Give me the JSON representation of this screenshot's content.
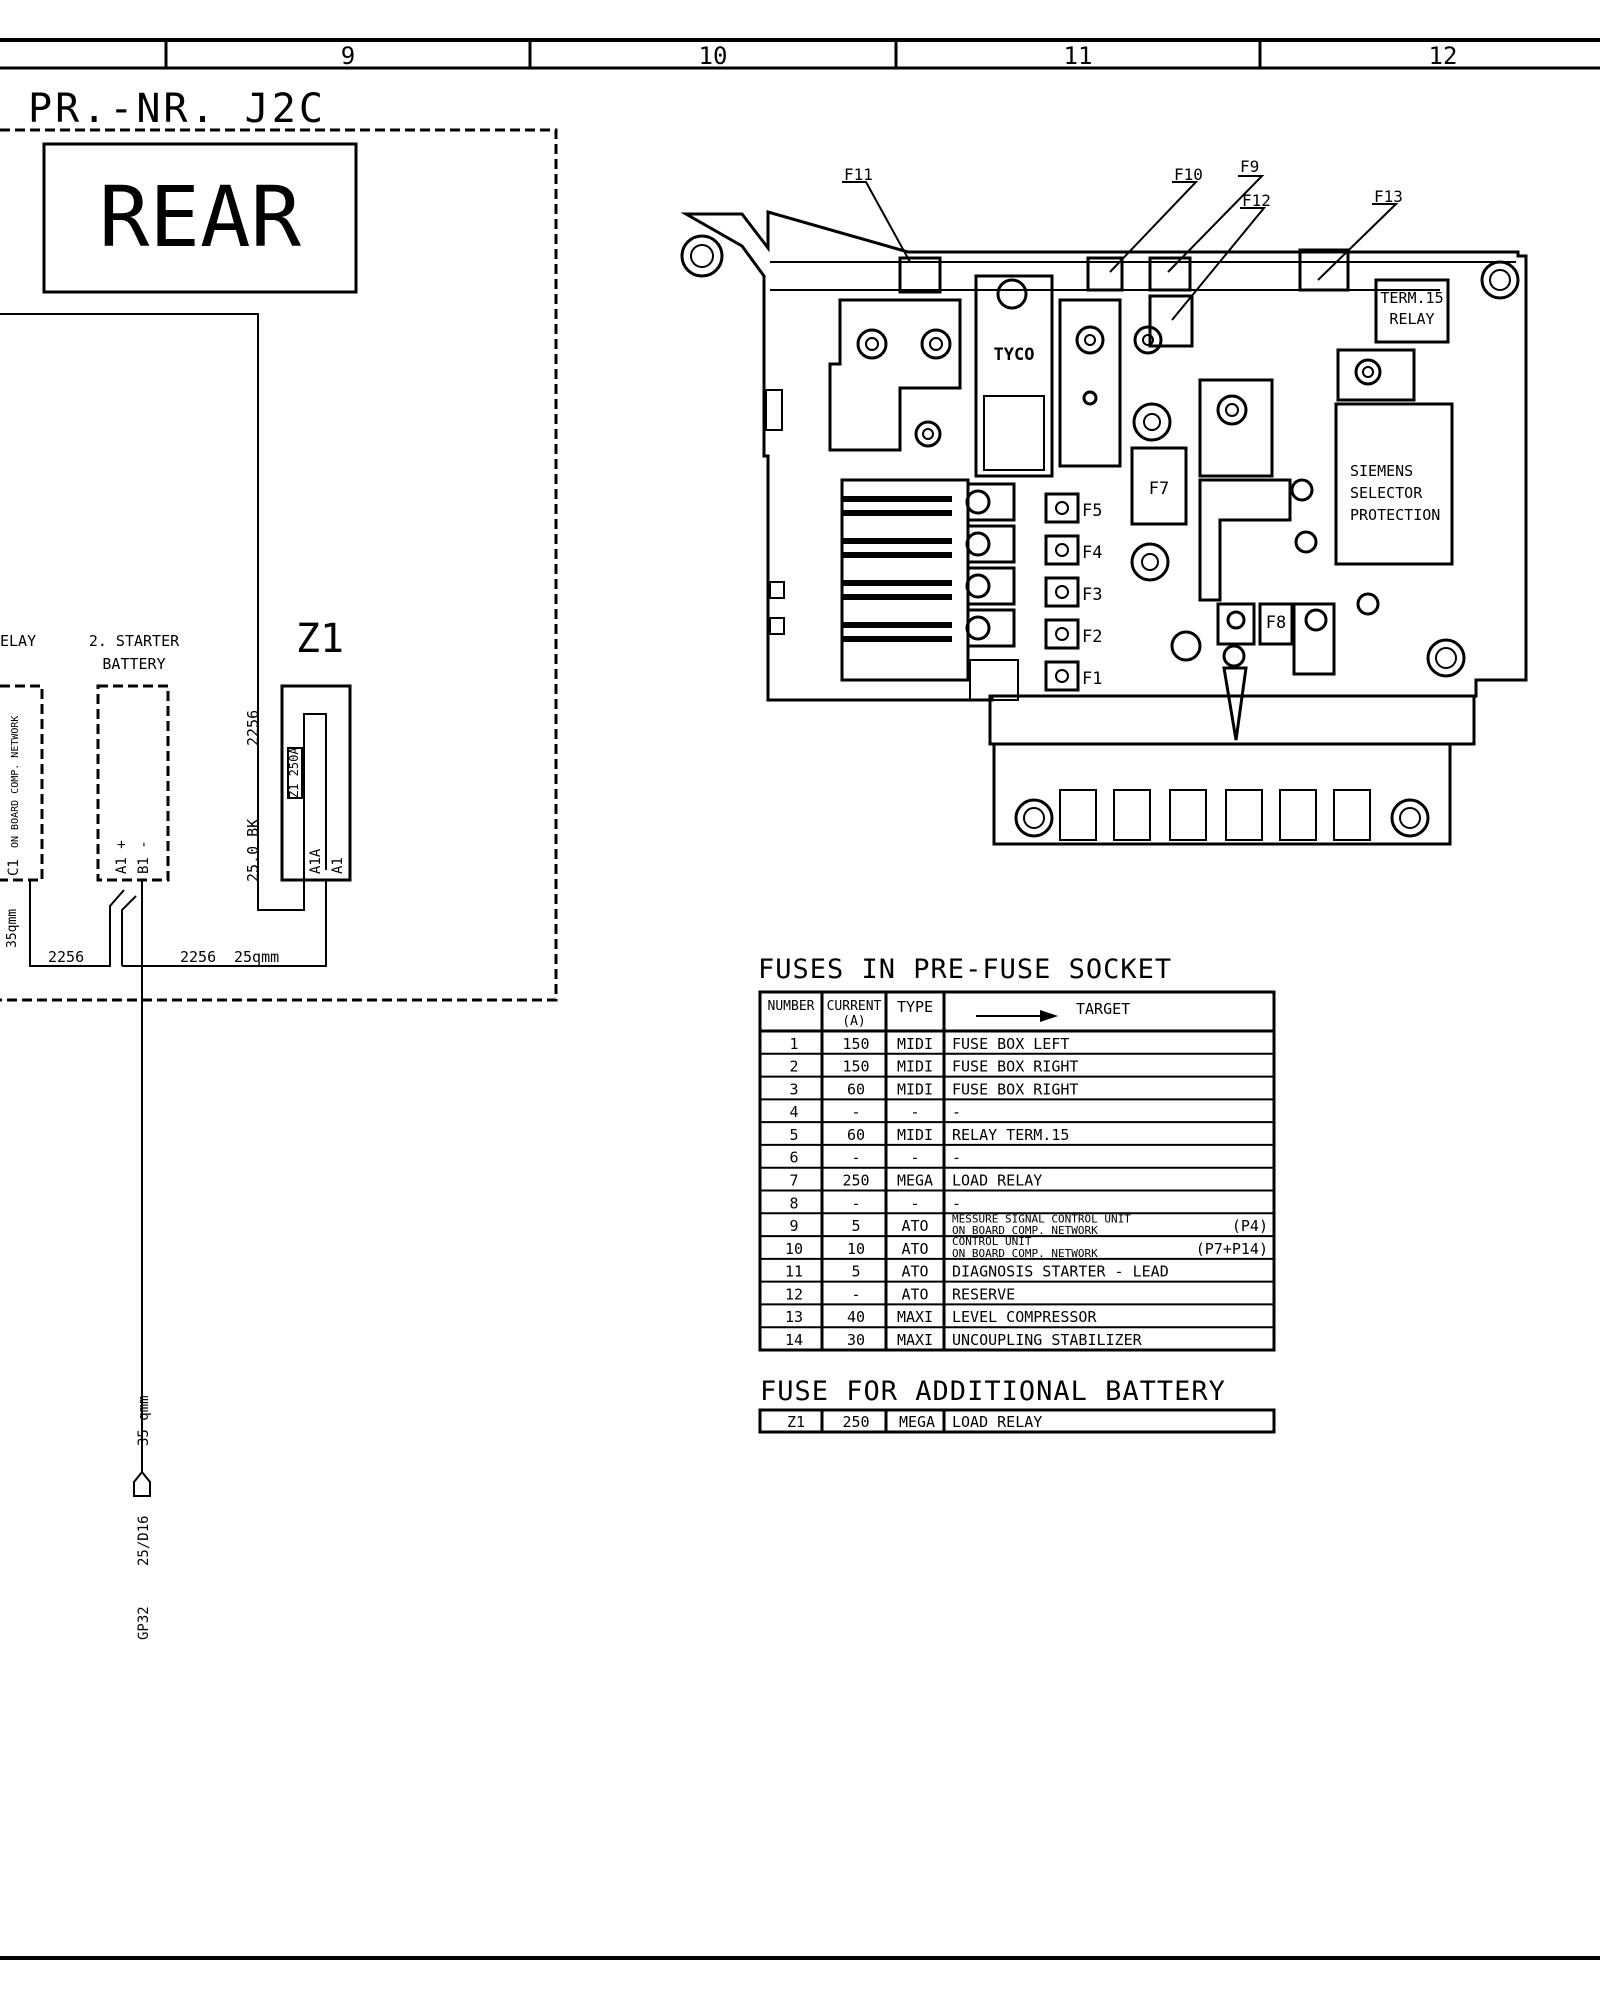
{
  "grid_columns": [
    "9",
    "10",
    "11",
    "12"
  ],
  "header": {
    "project_number": "PR.-NR. J2C",
    "box_title": "REAR"
  },
  "schematic": {
    "relay_label": "ELAY",
    "relay_vertical_text": "ON BOARD COMP. NETWORK",
    "relay_pin": "C1",
    "battery_label_line1": "2. STARTER",
    "battery_label_line2": "BATTERY",
    "battery_pin_a": "A1 +",
    "battery_pin_b": "B1 -",
    "z1_label": "Z1",
    "z1_fuse_text": "Z1 250A",
    "z1_pin_a1a": "A1A",
    "z1_pin_a1": "A1",
    "wire_2256_vertical": "2256",
    "wire_25bk": "25.0 BK",
    "wire_35qmm_left": "35qmm",
    "wire_2256_bottom_left": "2256",
    "wire_2256_bottom_right": "2256",
    "wire_25qmm": "25qmm",
    "lead_35qmm": "35 qmm",
    "lead_ref": "25/D16",
    "ground_point": "GP32"
  },
  "fuse_box": {
    "callouts": [
      "F11",
      "F10",
      "F9",
      "F12",
      "F13"
    ],
    "tyco": "TYCO",
    "term15_line1": "TERM.15",
    "term15_line2": "RELAY",
    "siemens_line1": "SIEMENS",
    "siemens_line2": "SELECTOR",
    "siemens_line3": "PROTECTION",
    "f7": "F7",
    "f8": "F8",
    "row_fuses": [
      "F5",
      "F4",
      "F3",
      "F2",
      "F1"
    ]
  },
  "pre_fuse_table": {
    "title": "FUSES IN PRE-FUSE SOCKET",
    "headers": {
      "number": "NUMBER",
      "current_line1": "CURRENT",
      "current_line2": "(A)",
      "type": "TYPE",
      "target": "TARGET"
    },
    "rows": [
      {
        "n": "1",
        "a": "150",
        "type": "MIDI",
        "target": "FUSE BOX  LEFT"
      },
      {
        "n": "2",
        "a": "150",
        "type": "MIDI",
        "target": "FUSE BOX  RIGHT"
      },
      {
        "n": "3",
        "a": "60",
        "type": "MIDI",
        "target": "FUSE BOX  RIGHT"
      },
      {
        "n": "4",
        "a": "-",
        "type": "-",
        "target": "-"
      },
      {
        "n": "5",
        "a": "60",
        "type": "MIDI",
        "target": "RELAY   TERM.15"
      },
      {
        "n": "6",
        "a": "-",
        "type": "-",
        "target": "-"
      },
      {
        "n": "7",
        "a": "250",
        "type": "MEGA",
        "target": "LOAD RELAY"
      },
      {
        "n": "8",
        "a": "-",
        "type": "-",
        "target": "-"
      },
      {
        "n": "9",
        "a": "5",
        "type": "ATO",
        "target": "MESSURE SIGNAL  CONTROL UNIT",
        "target2": "ON BOARD COMP. NETWORK",
        "note": "(P4)"
      },
      {
        "n": "10",
        "a": "10",
        "type": "ATO",
        "target": "CONTROL UNIT",
        "target2": "ON BOARD COMP. NETWORK",
        "note": "(P7+P14)"
      },
      {
        "n": "11",
        "a": "5",
        "type": "ATO",
        "target": "DIAGNOSIS STARTER -  LEAD"
      },
      {
        "n": "12",
        "a": "-",
        "type": "ATO",
        "target": "RESERVE"
      },
      {
        "n": "13",
        "a": "40",
        "type": "MAXI",
        "target": "LEVEL   COMPRESSOR"
      },
      {
        "n": "14",
        "a": "30",
        "type": "MAXI",
        "target": "UNCOUPLING   STABILIZER"
      }
    ]
  },
  "additional_table": {
    "title": "FUSE  FOR  ADDITIONAL  BATTERY",
    "rows": [
      {
        "n": "Z1",
        "a": "250",
        "type": "MEGA",
        "target": "LOAD RELAY"
      }
    ]
  }
}
